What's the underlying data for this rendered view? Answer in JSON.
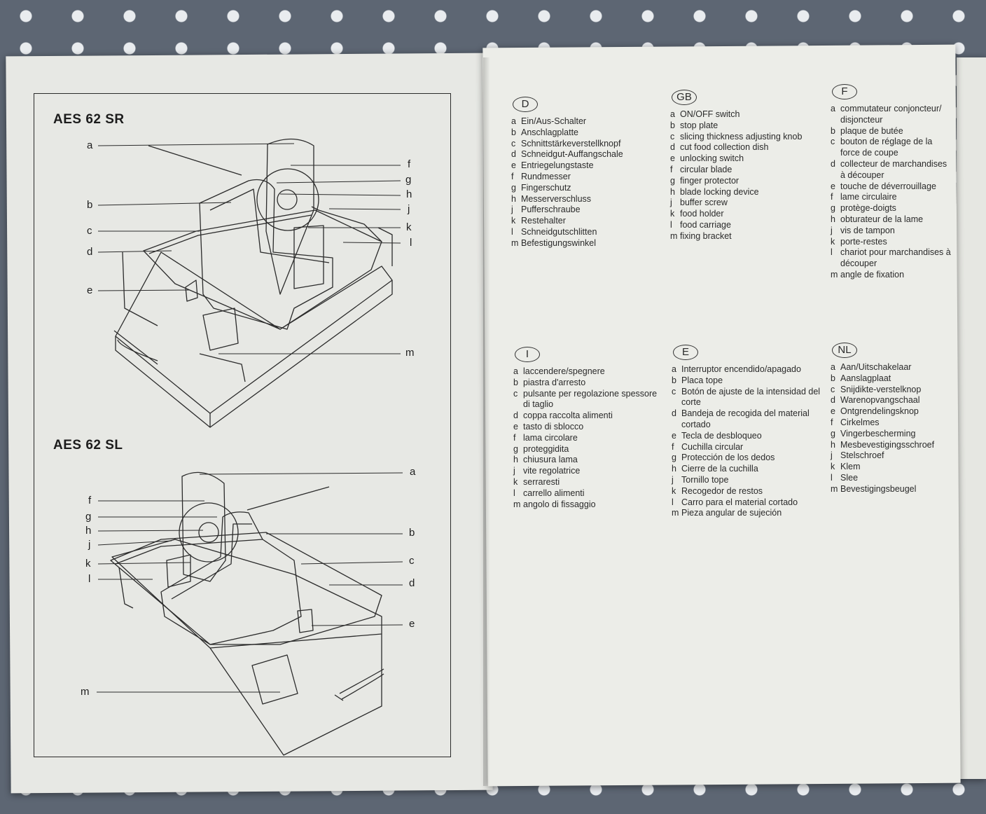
{
  "models": [
    {
      "title": "AES 62 SR"
    },
    {
      "title": "AES 62 SL"
    }
  ],
  "diagram_sr_labels": {
    "a": "a",
    "b": "b",
    "c": "c",
    "d": "d",
    "e": "e",
    "f": "f",
    "g": "g",
    "h": "h",
    "j": "j",
    "k": "k",
    "l": "l",
    "m": "m"
  },
  "diagram_sl_labels": {
    "a": "a",
    "b": "b",
    "c": "c",
    "d": "d",
    "e": "e",
    "f": "f",
    "g": "g",
    "h": "h",
    "j": "j",
    "k": "k",
    "l": "l",
    "m": "m"
  },
  "languages": {
    "D": {
      "badge": "D",
      "items": [
        {
          "k": "a",
          "v": "Ein/Aus-Schalter"
        },
        {
          "k": "b",
          "v": "Anschlagplatte"
        },
        {
          "k": "c",
          "v": "Schnittstärkeverstellknopf"
        },
        {
          "k": "d",
          "v": "Schneidgut-Auffangschale"
        },
        {
          "k": "e",
          "v": "Entriegelungstaste"
        },
        {
          "k": "f",
          "v": "Rundmesser"
        },
        {
          "k": "g",
          "v": "Fingerschutz"
        },
        {
          "k": "h",
          "v": "Messerverschluss"
        },
        {
          "k": "j",
          "v": "Pufferschraube"
        },
        {
          "k": "k",
          "v": "Restehalter"
        },
        {
          "k": "l",
          "v": "Schneidgutschlitten"
        },
        {
          "k": "m",
          "v": "Befestigungswinkel"
        }
      ]
    },
    "GB": {
      "badge": "GB",
      "items": [
        {
          "k": "a",
          "v": "ON/OFF switch"
        },
        {
          "k": "b",
          "v": "stop plate"
        },
        {
          "k": "c",
          "v": "slicing thickness adjusting knob"
        },
        {
          "k": "d",
          "v": "cut food collection dish"
        },
        {
          "k": "e",
          "v": "unlocking switch"
        },
        {
          "k": "f",
          "v": "circular blade"
        },
        {
          "k": "g",
          "v": "finger protector"
        },
        {
          "k": "h",
          "v": "blade locking device"
        },
        {
          "k": "j",
          "v": "buffer screw"
        },
        {
          "k": "k",
          "v": "food holder"
        },
        {
          "k": "l",
          "v": "food carriage"
        },
        {
          "k": "m",
          "v": "fixing bracket"
        }
      ]
    },
    "F": {
      "badge": "F",
      "items": [
        {
          "k": "a",
          "v": "commutateur conjoncteur/ disjoncteur"
        },
        {
          "k": "b",
          "v": "plaque de butée"
        },
        {
          "k": "c",
          "v": "bouton de réglage de la force de coupe"
        },
        {
          "k": "d",
          "v": "collecteur de marchandises à découper"
        },
        {
          "k": "e",
          "v": "touche de déverrouillage"
        },
        {
          "k": "f",
          "v": "lame circulaire"
        },
        {
          "k": "g",
          "v": "protège-doigts"
        },
        {
          "k": "h",
          "v": "obturateur de la lame"
        },
        {
          "k": "j",
          "v": "vis de tampon"
        },
        {
          "k": "k",
          "v": "porte-restes"
        },
        {
          "k": "l",
          "v": "chariot pour marchandises à découper"
        },
        {
          "k": "m",
          "v": "angle de fixation"
        }
      ]
    },
    "I": {
      "badge": "I",
      "items": [
        {
          "k": "a",
          "v": "laccendere/spegnere"
        },
        {
          "k": "b",
          "v": "piastra d'arresto"
        },
        {
          "k": "c",
          "v": "pulsante per regolazione spessore di taglio"
        },
        {
          "k": "d",
          "v": "coppa raccolta alimenti"
        },
        {
          "k": "e",
          "v": "tasto di sblocco"
        },
        {
          "k": "f",
          "v": "lama circolare"
        },
        {
          "k": "g",
          "v": "proteggidita"
        },
        {
          "k": "h",
          "v": "chiusura lama"
        },
        {
          "k": "j",
          "v": "vite regolatrice"
        },
        {
          "k": "k",
          "v": "serraresti"
        },
        {
          "k": "l",
          "v": "carrello alimenti"
        },
        {
          "k": "m",
          "v": "angolo di fissaggio"
        }
      ]
    },
    "E": {
      "badge": "E",
      "items": [
        {
          "k": "a",
          "v": "Interruptor encendido/apagado"
        },
        {
          "k": "b",
          "v": "Placa tope"
        },
        {
          "k": "c",
          "v": "Botón de ajuste de la intensidad del corte"
        },
        {
          "k": "d",
          "v": "Bandeja de recogida del material cortado"
        },
        {
          "k": "e",
          "v": "Tecla de desbloqueo"
        },
        {
          "k": "f",
          "v": "Cuchilla circular"
        },
        {
          "k": "g",
          "v": "Protección de los dedos"
        },
        {
          "k": "h",
          "v": "Cierre de la cuchilla"
        },
        {
          "k": "j",
          "v": "Tornillo tope"
        },
        {
          "k": "k",
          "v": "Recogedor de restos"
        },
        {
          "k": "l",
          "v": "Carro para el material cortado"
        },
        {
          "k": "m",
          "v": "Pieza angular de sujeción"
        }
      ]
    },
    "NL": {
      "badge": "NL",
      "items": [
        {
          "k": "a",
          "v": "Aan/Uitschakelaar"
        },
        {
          "k": "b",
          "v": "Aanslagplaat"
        },
        {
          "k": "c",
          "v": "Snijdikte-verstelknop"
        },
        {
          "k": "d",
          "v": "Warenopvangschaal"
        },
        {
          "k": "e",
          "v": "Ontgrendelingsknop"
        },
        {
          "k": "f",
          "v": "Cirkelmes"
        },
        {
          "k": "g",
          "v": "Vingerbescherming"
        },
        {
          "k": "h",
          "v": "Mesbevestigingsschroef"
        },
        {
          "k": "j",
          "v": "Stelschroef"
        },
        {
          "k": "k",
          "v": "Klem"
        },
        {
          "k": "l",
          "v": "Slee"
        },
        {
          "k": "m",
          "v": "Bevestigingsbeugel"
        }
      ]
    }
  }
}
